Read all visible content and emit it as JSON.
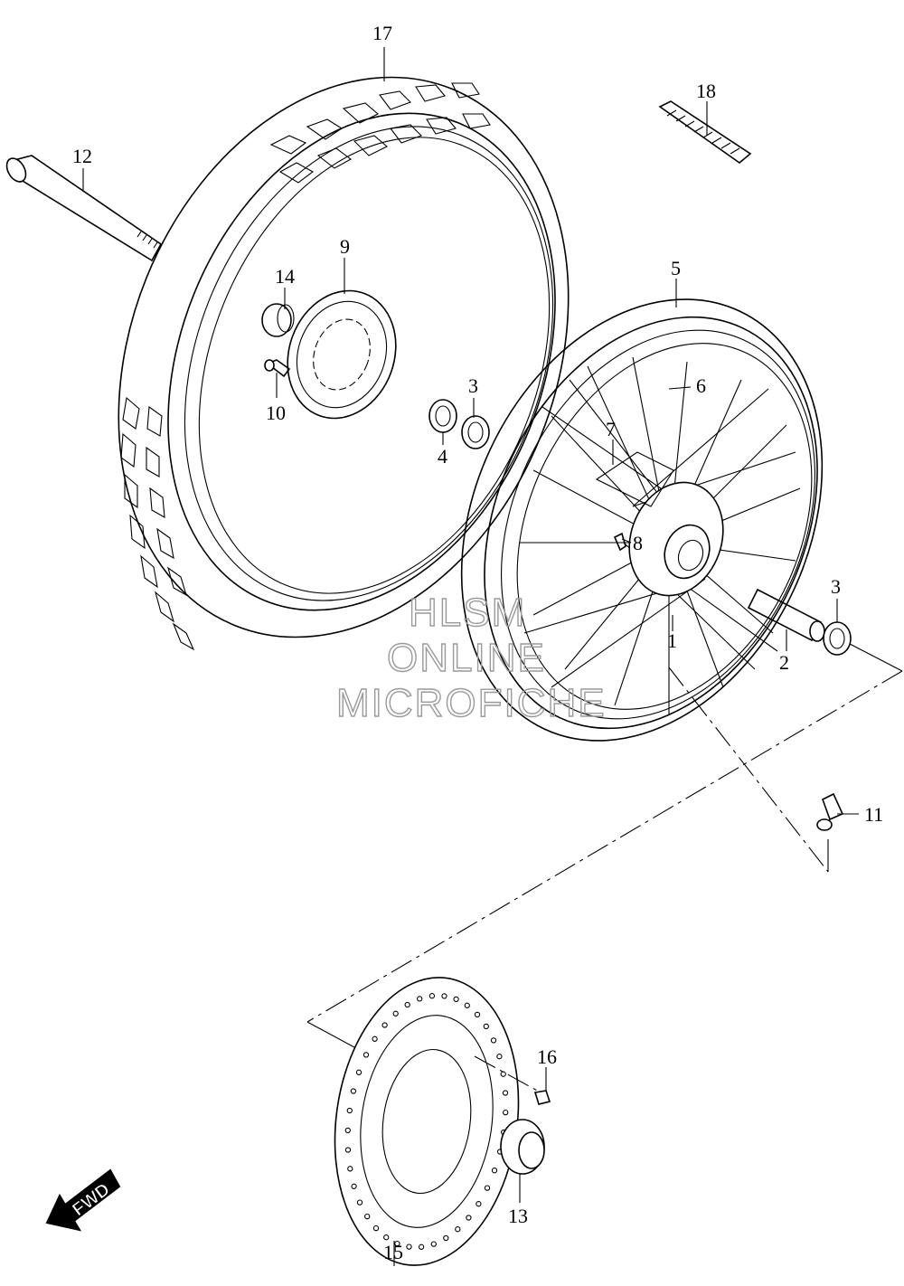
{
  "callouts": [
    {
      "id": "part-1",
      "text": "1"
    },
    {
      "id": "part-2",
      "text": "2"
    },
    {
      "id": "part-3a",
      "text": "3"
    },
    {
      "id": "part-3b",
      "text": "3"
    },
    {
      "id": "part-4",
      "text": "4"
    },
    {
      "id": "part-5",
      "text": "5"
    },
    {
      "id": "part-6",
      "text": "6"
    },
    {
      "id": "part-7",
      "text": "7"
    },
    {
      "id": "part-8",
      "text": "8"
    },
    {
      "id": "part-9",
      "text": "9"
    },
    {
      "id": "part-10",
      "text": "10"
    },
    {
      "id": "part-11",
      "text": "11"
    },
    {
      "id": "part-12",
      "text": "12"
    },
    {
      "id": "part-13",
      "text": "13"
    },
    {
      "id": "part-14",
      "text": "14"
    },
    {
      "id": "part-15",
      "text": "15"
    },
    {
      "id": "part-16",
      "text": "16"
    },
    {
      "id": "part-17",
      "text": "17"
    },
    {
      "id": "part-18",
      "text": "18"
    }
  ],
  "watermark": {
    "line1": "HLSM",
    "line2": "ONLINE",
    "line3": "MICROFICHE"
  },
  "direction_arrow": {
    "label": "FWD",
    "icon": "fwd-arrow-icon"
  }
}
